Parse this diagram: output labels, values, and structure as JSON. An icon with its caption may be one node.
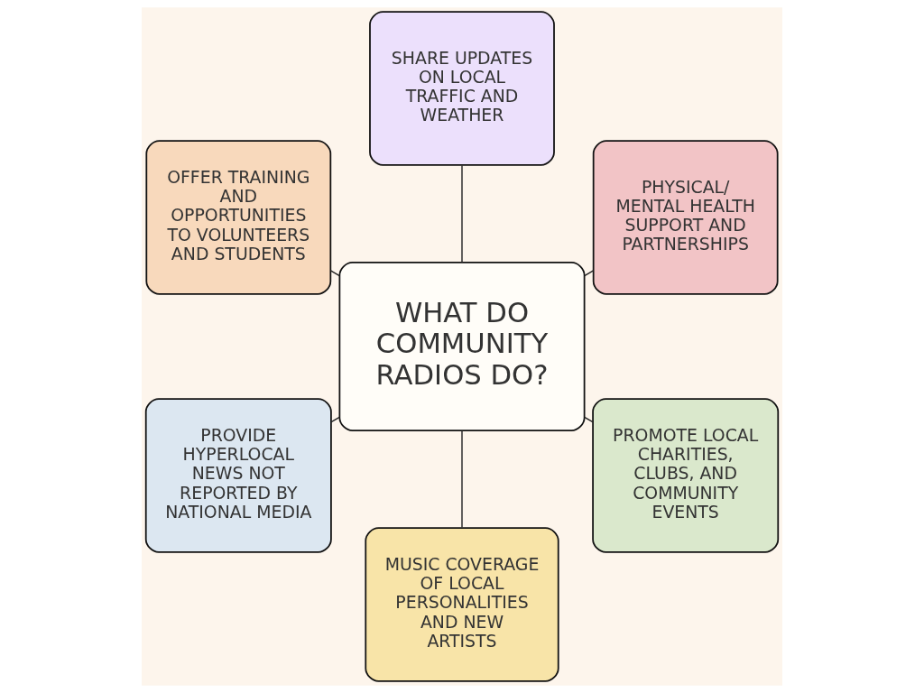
{
  "diagram": {
    "nodes": [
      {
        "text": [
          "PHYSICAL/ MENTAL HEALTH SUPPORT AND PARTNERSHIPS"
        ]
      },
      {
        "text": [
          "SHARE UPDATES ON LOCAL TRAFFIC AND WEATHER"
        ]
      },
      {
        "text": [
          "OFFER TRAINING AND OPPORTUNITIES TO VOLUNTEERS AND STUDENTS"
        ]
      },
      {
        "text": [
          "WHAT DO COMMUNITY RADIOS DO?"
        ]
      },
      {
        "text": [
          "PROVIDE HYPERLOCAL NEWS NOT REPORTED BY NATIONAL MEDIA"
        ]
      },
      {
        "text": [
          "MUSIC COVERAGE OF LOCAL PERSONALITIES AND NEW ARTISTS"
        ]
      },
      {
        "text": [
          "PROMOTE LOCAL CHARITIES, CLUBS, AND COMMUNITY EVENTS"
        ]
      }
    ],
    "edges": [
      {
        "from": 3,
        "to": 0,
        "arrow": "none"
      },
      {
        "from": 3,
        "to": 1,
        "arrow": "none"
      },
      {
        "from": 3,
        "to": 2,
        "arrow": "none"
      },
      {
        "from": 3,
        "to": 4,
        "arrow": "none"
      },
      {
        "from": 3,
        "to": 5,
        "arrow": "none"
      },
      {
        "from": 3,
        "to": 6,
        "arrow": "none"
      }
    ]
  }
}
